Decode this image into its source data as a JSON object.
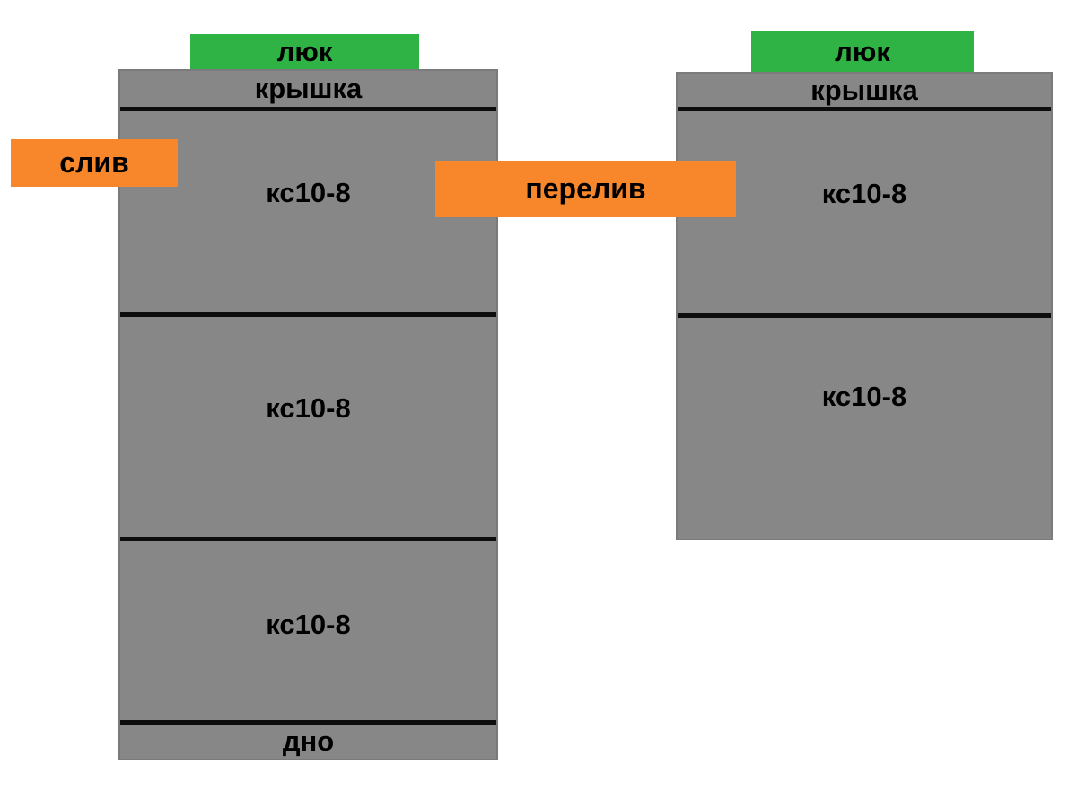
{
  "diagram": {
    "title_hint": "septic-tank-concrete-rings-schematic",
    "left_tank": {
      "hatch": "люк",
      "cover": "крышка",
      "rings": [
        "кс10-8",
        "кс10-8",
        "кс10-8"
      ],
      "bottom": "дно"
    },
    "right_tank": {
      "hatch": "люк",
      "cover": "крышка",
      "rings": [
        "кс10-8",
        "кс10-8"
      ]
    },
    "pipes": {
      "drain": "слив",
      "overflow": "перелив"
    },
    "colors": {
      "hatch_green": "#2eb344",
      "pipe_orange": "#f8862b",
      "concrete_gray": "#878787",
      "divider_black": "#0d0d0d",
      "background": "#ffffff"
    }
  }
}
